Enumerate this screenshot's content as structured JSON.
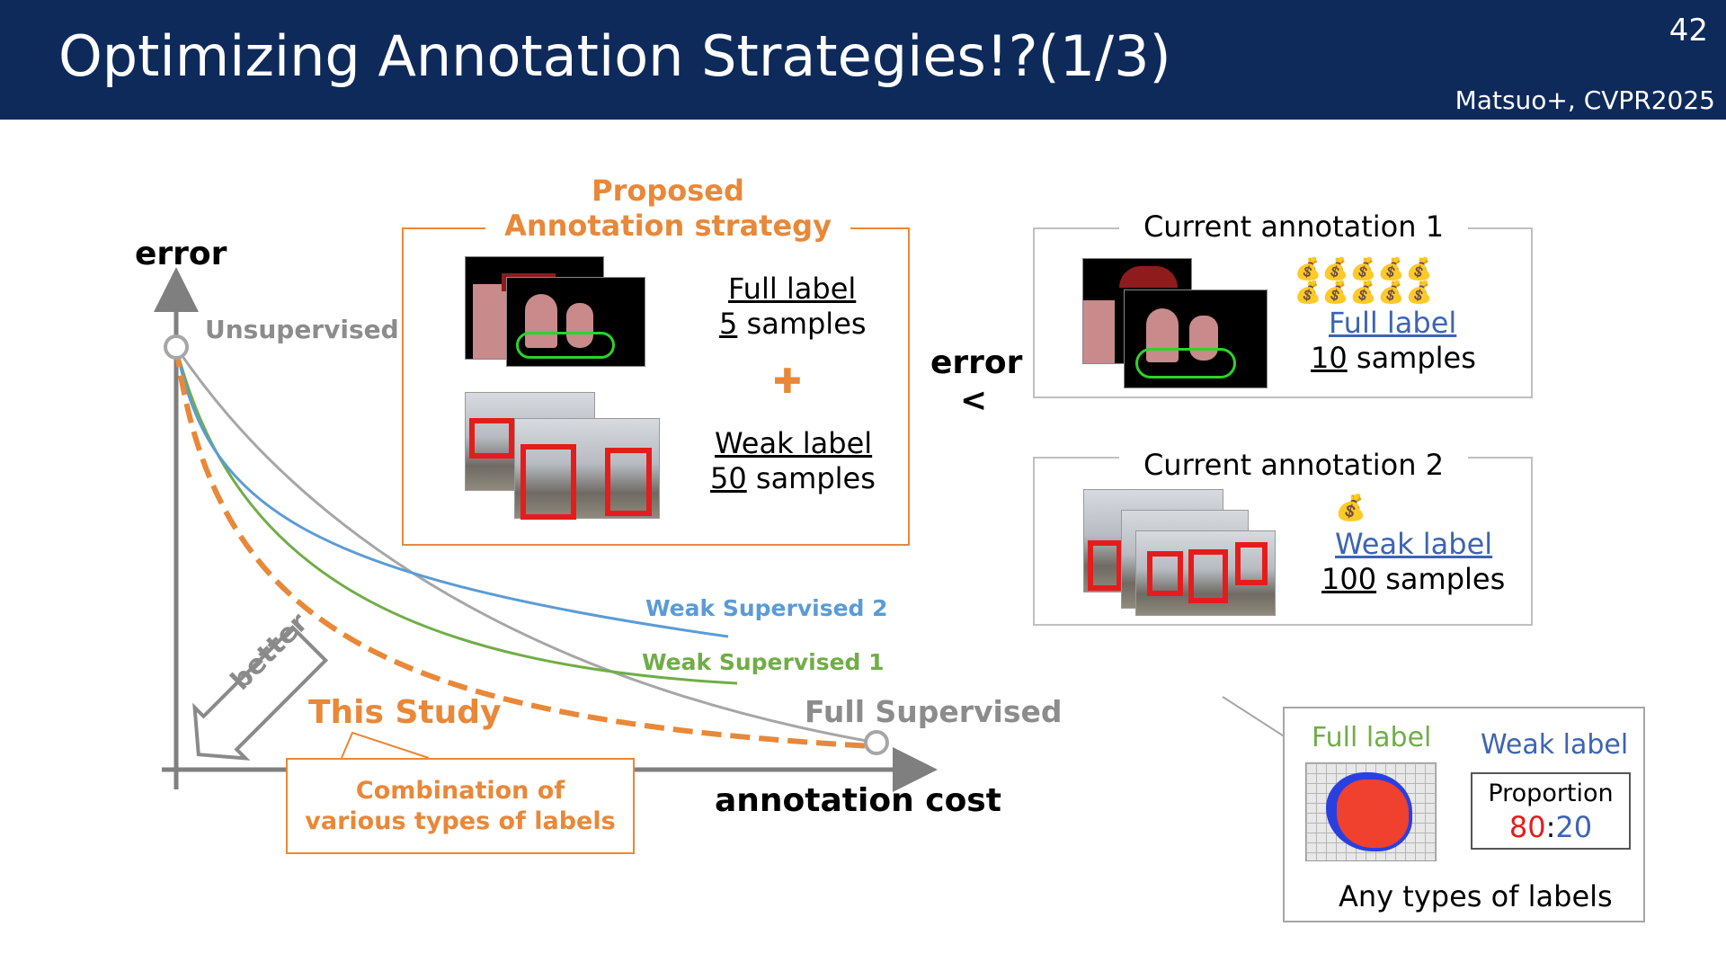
{
  "header": {
    "title": "Optimizing Annotation Strategies!?(1/3)",
    "page_number": "42",
    "citation": "Matsuo+, CVPR2025"
  },
  "graph": {
    "y_axis_label": "error",
    "x_axis_label": "annotation cost",
    "unsupervised_label": "Unsupervised",
    "full_supervised_label": "Full Supervised",
    "weak_supervised_2_label": "Weak Supervised 2",
    "weak_supervised_1_label": "Weak Supervised 1",
    "this_study_label": "This Study",
    "better_label": "better",
    "callout_line1": "Combination of",
    "callout_line2": "various types of labels"
  },
  "proposed": {
    "title_line1": "Proposed",
    "title_line2": "Annotation strategy",
    "full_label": "Full label",
    "full_count": "5",
    "full_suffix": " samples",
    "plus_symbol": "✚",
    "weak_label": "Weak label",
    "weak_count": "50",
    "weak_suffix": " samples"
  },
  "comparison": {
    "error_label": "error",
    "less_than": "<"
  },
  "current1": {
    "title": "Current annotation 1",
    "label": "Full label",
    "count": "10",
    "suffix": " samples"
  },
  "current2": {
    "title": "Current annotation 2",
    "label": "Weak label",
    "count": "100",
    "suffix": " samples"
  },
  "any_types": {
    "full_label": "Full label",
    "weak_label": "Weak label",
    "proportion_label": "Proportion",
    "proportion_full": "80",
    "proportion_sep": ":",
    "proportion_weak": "20",
    "caption": "Any types of labels"
  },
  "colors": {
    "header_bg": "#0e2a5b",
    "orange": "#e88838",
    "weak_sup_2": "#5b9bd5",
    "weak_sup_1": "#70ad47",
    "full_sup": "#a6a6a6",
    "link_blue": "#3c64b4",
    "red": "#e51c1c"
  }
}
